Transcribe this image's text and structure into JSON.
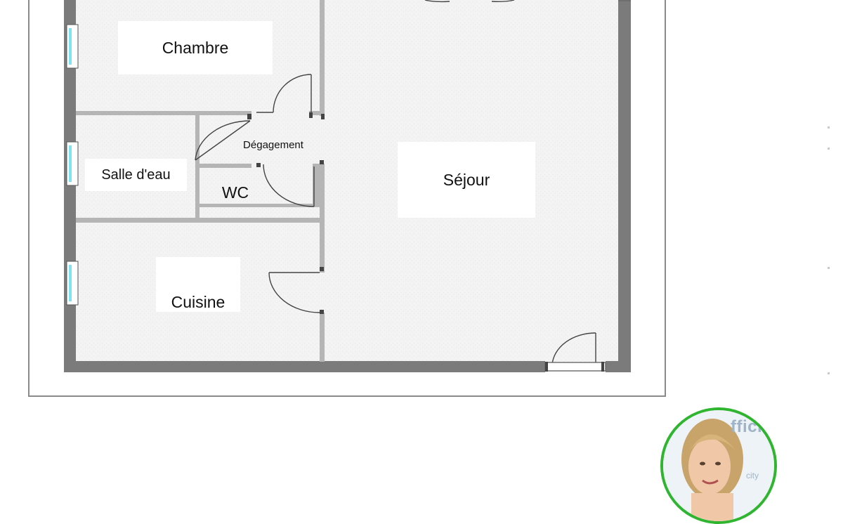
{
  "rooms": {
    "chambre": "Chambre",
    "degagement": "Dégagement",
    "salle_deau": "Salle d'eau",
    "wc": "WC",
    "sejour": "Séjour",
    "cuisine": "Cuisine"
  },
  "agent": {
    "brand_fragment": "ffici",
    "brand_sub_fragment": "city"
  },
  "colors": {
    "wall": "#7b7b7b",
    "wall_dark": "#6e6e6e",
    "floor": "#f2f2f2",
    "partition": "#b5b5b5",
    "window_glass": "#7fe3f2",
    "avatar_ring": "#2fb52f"
  }
}
